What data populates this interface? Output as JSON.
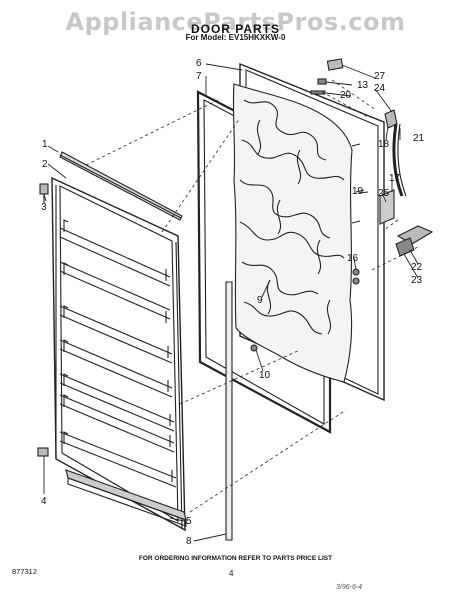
{
  "watermark": "AppliancePartsPros.com",
  "title": "DOOR PARTS",
  "model": "For Model: EV15HKXKW-0",
  "footer_note": "FOR ORDERING INFORMATION REFER TO PARTS PRICE LIST",
  "part_number": "877312",
  "page_number": "4",
  "signature": "3/96-6-4",
  "callouts": {
    "c1": "1",
    "c2": "2",
    "c3": "3",
    "c4": "4",
    "c5": "5",
    "c6": "6",
    "c7": "7",
    "c8": "8",
    "c9": "9",
    "c10": "10",
    "c13": "13",
    "c16": "16",
    "c17": "17",
    "c18": "18",
    "c19": "19",
    "c20": "20",
    "c21": "21",
    "c22": "22",
    "c23": "23",
    "c24": "24",
    "c25": "25",
    "c27": "27"
  }
}
